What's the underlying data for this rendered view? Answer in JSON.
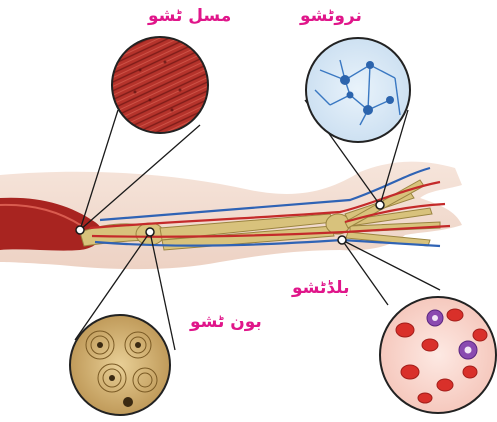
{
  "labels": {
    "muscle": "مسل ٹشو",
    "nerve": "نروٹشو",
    "bone": "بون ٹشو",
    "blood": "بلڈٹشو"
  },
  "colors": {
    "label": "#e0168a",
    "muscle": "#b32d27",
    "nerve": "#3a78c2",
    "bone": "#c9a560",
    "blood_cell": "#d9302a",
    "white_cell": "#7a3a9a"
  }
}
